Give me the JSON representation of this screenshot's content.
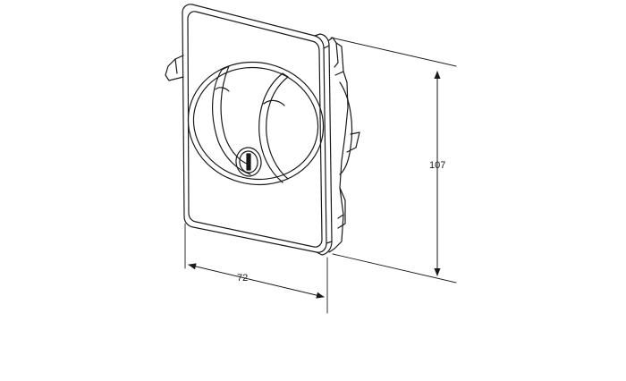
{
  "dimensions": {
    "width_value": "72",
    "height_value": "107"
  },
  "icons": {
    "drawing": "flush-plate-technical-drawing",
    "arrow": "dimension-arrow-icon",
    "lock": "key-lock-icon"
  },
  "colors": {
    "line": "#1a1a1a",
    "background": "#ffffff"
  }
}
